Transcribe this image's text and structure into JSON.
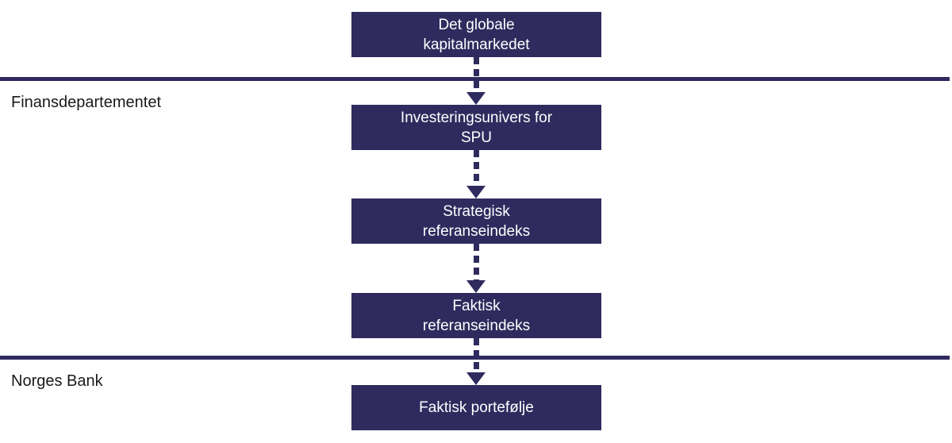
{
  "figure": {
    "colors": {
      "node_fill": "#302B5E",
      "node_text": "#FFFFFF",
      "divider": "#302B5E",
      "arrow": "#302B5E",
      "section_label_text": "#1A1A1A",
      "background": "#FFFFFF"
    },
    "sections": [
      {
        "label": "Finansdepartementet"
      },
      {
        "label": "Norges Bank"
      }
    ],
    "nodes": [
      {
        "label": "Det globale\nkapitalmarkedet"
      },
      {
        "label": "Investeringsunivers for\nSPU"
      },
      {
        "label": "Strategisk\nreferanseindeks"
      },
      {
        "label": "Faktisk\nreferanseindeks"
      },
      {
        "label": "Faktisk portefølje"
      }
    ]
  }
}
